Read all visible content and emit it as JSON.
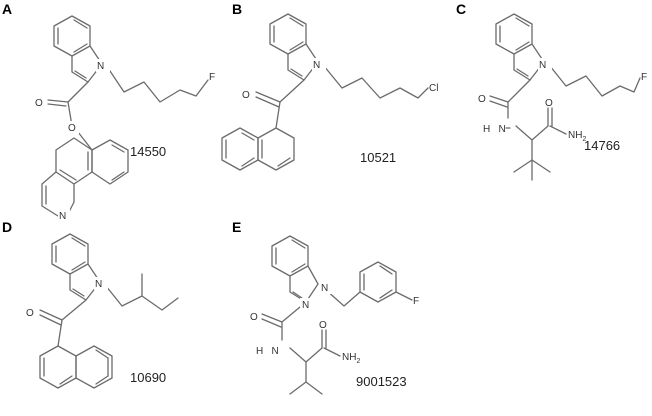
{
  "panels": [
    {
      "letter": "A",
      "compound_id": "14550",
      "atoms": {
        "n1": "N",
        "f": "F",
        "o_carbonyl": "O",
        "o_ester": "O",
        "n_ring": "N"
      }
    },
    {
      "letter": "B",
      "compound_id": "10521",
      "atoms": {
        "n1": "N",
        "cl": "Cl",
        "o_carbonyl": "O"
      }
    },
    {
      "letter": "C",
      "compound_id": "14766",
      "atoms": {
        "n1": "N",
        "f": "F",
        "o1": "O",
        "o2": "O",
        "nh": "H   N",
        "nh2": "NH",
        "nh2_sub": "2"
      }
    },
    {
      "letter": "D",
      "compound_id": "10690",
      "atoms": {
        "n1": "N",
        "o_carbonyl": "O"
      }
    },
    {
      "letter": "E",
      "compound_id": "9001523",
      "atoms": {
        "n1": "N",
        "n2": "N",
        "f": "F",
        "o1": "O",
        "o2": "O",
        "nh": "H   N",
        "nh2": "NH",
        "nh2_sub": "2"
      }
    }
  ]
}
